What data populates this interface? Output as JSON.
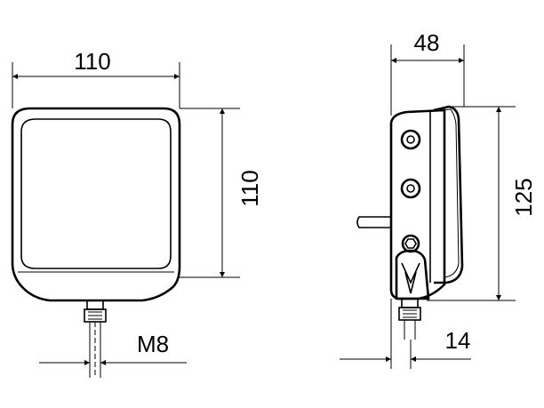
{
  "front_view": {
    "width_label": "110",
    "height_label": "110",
    "thread_label": "M8"
  },
  "side_view": {
    "depth_label": "48",
    "height_label": "125",
    "bolt_spacing_label": "14"
  }
}
